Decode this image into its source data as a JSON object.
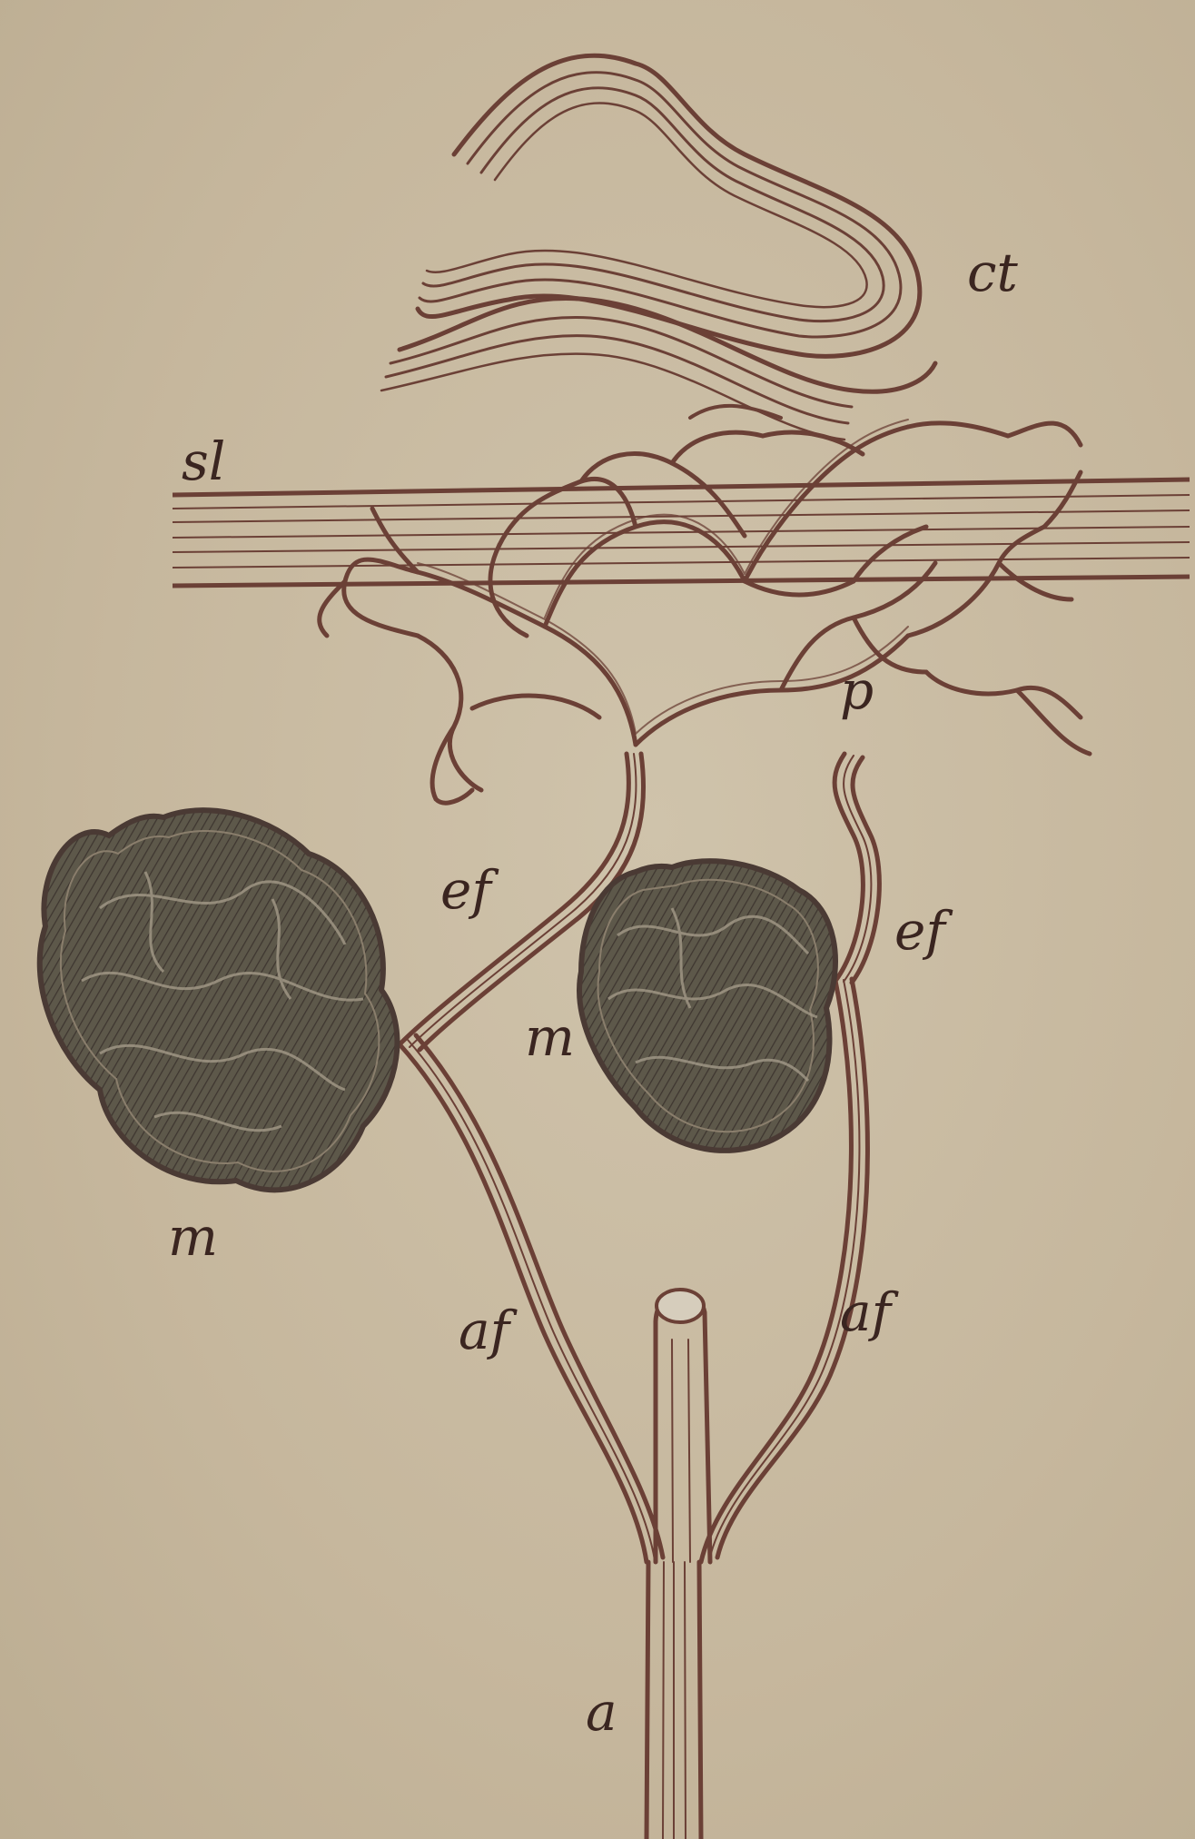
{
  "figure": {
    "labels": {
      "ct": "ct",
      "sl": "sl",
      "ef_left": "ef",
      "ef_right": "ef",
      "p": "p",
      "m_left": "m",
      "m_right": "m",
      "af_left": "af",
      "af_right": "af",
      "a": "a"
    },
    "colors": {
      "background": "#c9bba2",
      "ink": "#6b4036",
      "glomerulus_fill": "#5f5a4c",
      "label": "#3a2520"
    }
  }
}
